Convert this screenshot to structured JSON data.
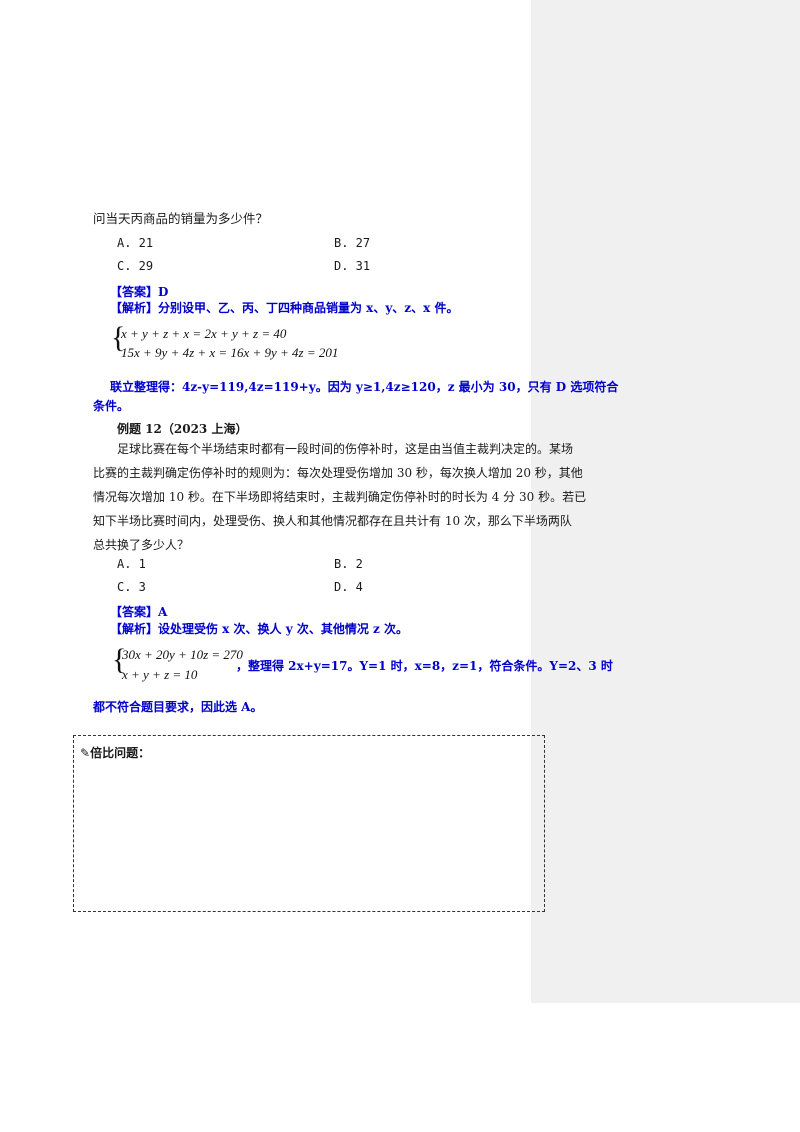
{
  "q11": {
    "tail": "问当天丙商品的销量为多少件？",
    "options": {
      "a": "A. 21",
      "b": "B. 27",
      "c": "C. 29",
      "d": "D. 31"
    },
    "answer": "【答案】D",
    "analysis": "【解析】分别设甲、乙、丙、丁四种商品销量为 x、y、z、x 件。",
    "eq1": "x + y + z + x = 2x + y + z = 40",
    "eq2": "15x + 9y + 4z + x = 16x + 9y + 4z = 201",
    "conclusion_line1": "联立整理得：4z-y=119,4z=119+y。因为 y≥1,4z≥120，z 最小为 30，只有 D 选项符合",
    "conclusion_line2": "条件。"
  },
  "q12": {
    "title": "例题 12（2023 上海）",
    "stem_lines": [
      "足球比赛在每个半场结束时都有一段时间的伤停补时，这是由当值主裁判决定的。某场",
      "比赛的主裁判确定伤停补时的规则为：每次处理受伤增加 30 秒，每次换人增加 20 秒，其他",
      "情况每次增加 10 秒。在下半场即将结束时，主裁判确定伤停补时的时长为 4 分 30 秒。若已",
      "知下半场比赛时间内，处理受伤、换人和其他情况都存在且共计有 10 次，那么下半场两队",
      "总共换了多少人？"
    ],
    "options": {
      "a": "A. 1",
      "b": "B. 2",
      "c": "C. 3",
      "d": "D. 4"
    },
    "answer": "【答案】A",
    "analysis": "【解析】设处理受伤 x 次、换人 y 次、其他情况 z 次。",
    "eq1": "30x + 20y + 10z = 270",
    "eq2": "x + y + z = 10",
    "after_eq": "，整理得 2x+y=17。Y=1 时，x=8，z=1，符合条件。Y=2、3 时",
    "conclusion": "都不符合题目要求，因此选 A。"
  },
  "section": {
    "icon": "pencil-icon",
    "title": "倍比问题："
  },
  "colors": {
    "blue": "#0000cc",
    "comment_pane": "#f0f0f0"
  }
}
